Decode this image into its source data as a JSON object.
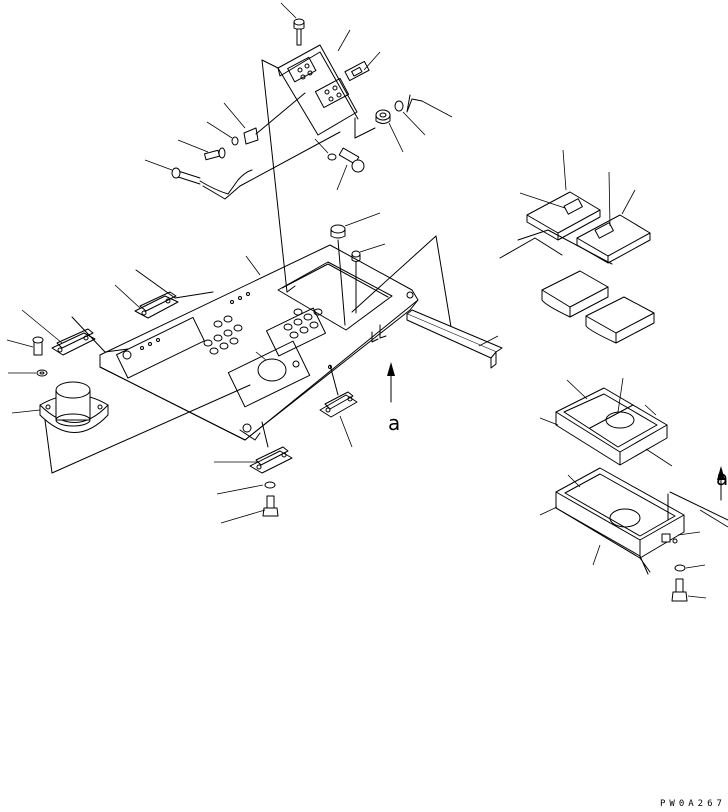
{
  "view_labels": [
    "a",
    "a"
  ],
  "drawing_code": "PW0A267"
}
